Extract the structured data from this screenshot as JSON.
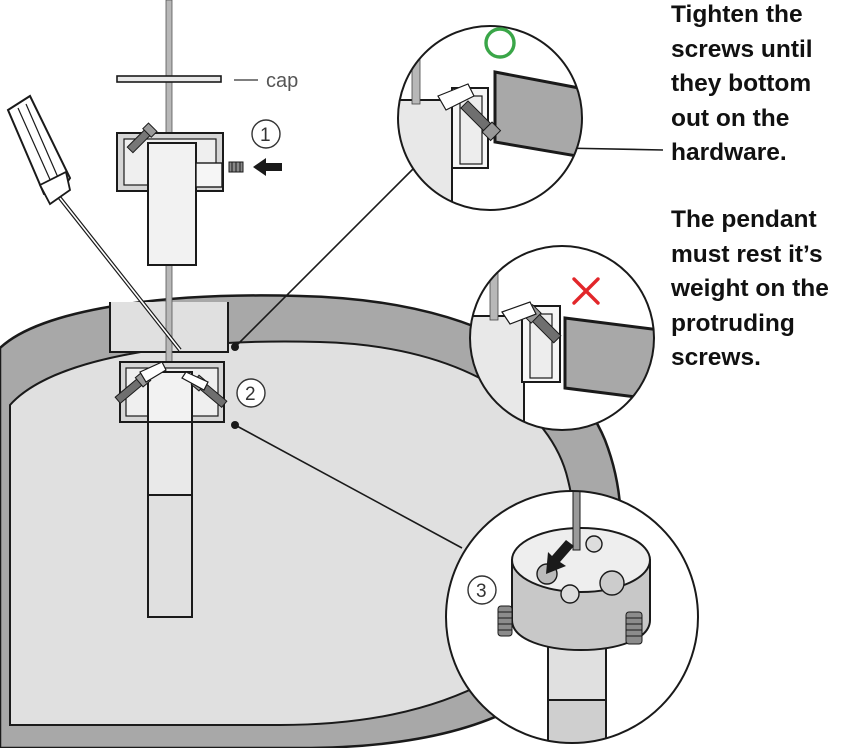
{
  "labels": {
    "cap": "cap",
    "step_1": "1",
    "step_2": "2",
    "step_3": "3"
  },
  "instructions": [
    {
      "lines": [
        "Tighten the",
        "screws until",
        "they bottom",
        "out on the",
        "hardware."
      ]
    },
    {
      "lines": [
        "The pendant",
        "must rest it’s",
        "weight on the",
        "protruding",
        "screws."
      ]
    }
  ],
  "indicators": {
    "correct": {
      "symbol": "circle",
      "color": "#3aa648"
    },
    "incorrect": {
      "symbol": "cross",
      "color": "#e2262a"
    }
  },
  "colors": {
    "canopy_rim": "#a8a8a8",
    "canopy_inner": "#e0e0e0",
    "metal_light": "#f0f0f0",
    "metal_mid": "#cfcfcf",
    "metal_dark": "#8c8c8c",
    "outline": "#1a1a1a"
  }
}
